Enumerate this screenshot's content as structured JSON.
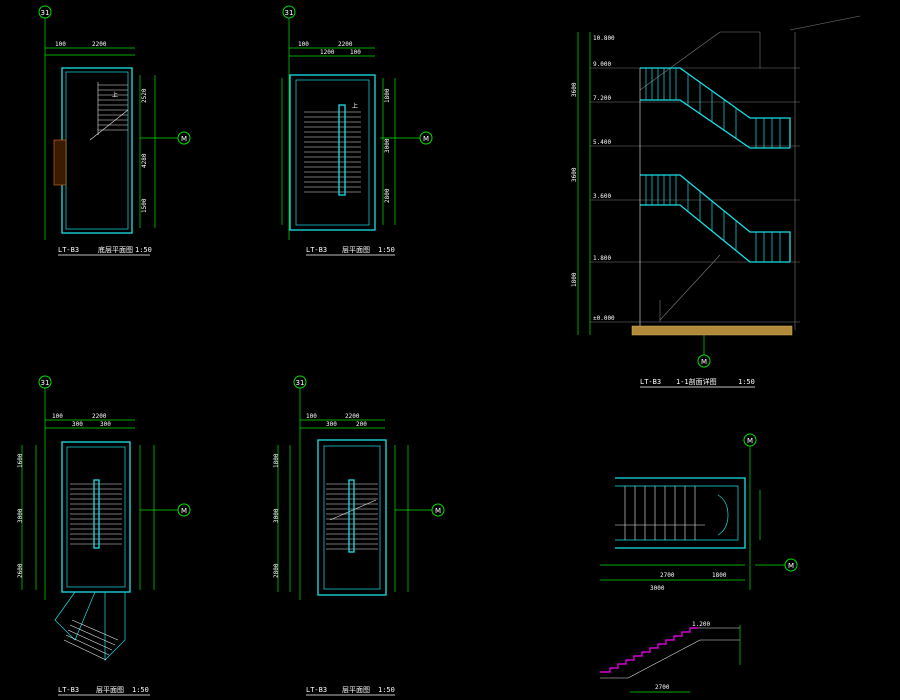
{
  "axes": {
    "a31": "31",
    "aM": "M"
  },
  "plan1": {
    "title": "LT-B3",
    "sub": "底层平面图",
    "scale": "1:50",
    "dims_top": [
      "100",
      "2200"
    ],
    "dims_side": [
      "2520",
      "4280",
      "1500"
    ],
    "up": "上"
  },
  "plan2": {
    "title": "LT-B3",
    "sub": "层平面图",
    "scale": "1:50",
    "dims_top": [
      "100",
      "1200",
      "100",
      "2200"
    ],
    "dims_side": [
      "1800",
      "3000",
      "2800"
    ],
    "up": "上"
  },
  "plan3": {
    "title": "LT-B3",
    "sub": "层平面图",
    "scale": "1:50",
    "dims_top": [
      "100",
      "300",
      "300",
      "2200"
    ],
    "dims_side": [
      "1600",
      "3000",
      "2600"
    ]
  },
  "plan4": {
    "title": "LT-B3",
    "sub": "层平面图",
    "scale": "1:50",
    "dims_top": [
      "100",
      "300",
      "200",
      "2200"
    ],
    "dims_side": [
      "1800",
      "3000",
      "2800"
    ]
  },
  "section": {
    "title": "LT-B3",
    "sub": "1-1剖面详图",
    "scale": "1:50",
    "levels": [
      "10.800",
      "9.000",
      "7.200",
      "5.400",
      "3.600",
      "1.800",
      "±0.000"
    ],
    "dims": [
      "3600",
      "3600",
      "1800"
    ]
  },
  "detail1": {
    "dims": [
      "2700",
      "1800",
      "3000"
    ]
  },
  "detail2": {
    "dims": [
      "1.200",
      "2700"
    ]
  }
}
